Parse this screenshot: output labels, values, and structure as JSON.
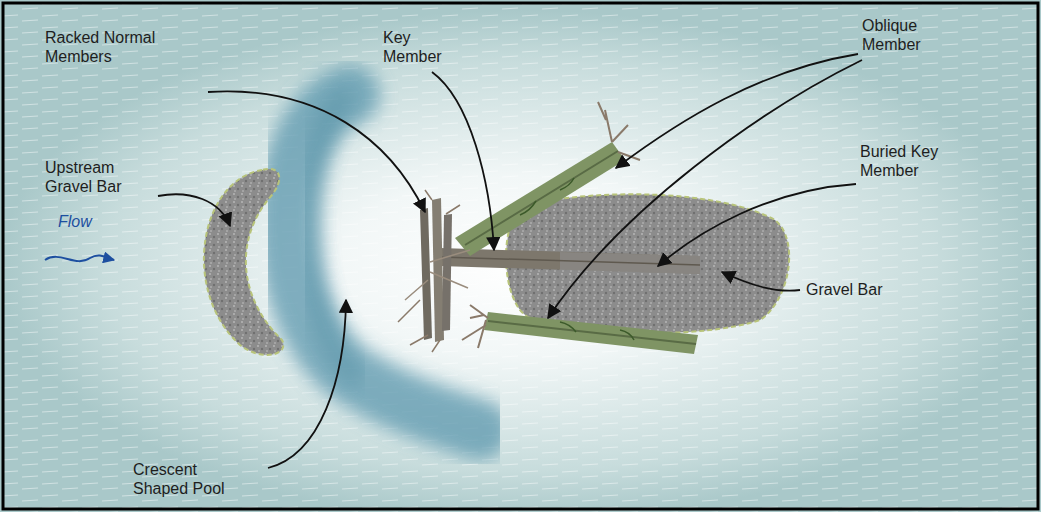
{
  "diagram": {
    "labels": [
      "Racked Normal Members",
      "Key Member",
      "Oblique Member",
      "Upstream Gravel Bar",
      "Flow",
      "Buried Key Member",
      "Gravel Bar",
      "Crescent Shaped Pool"
    ]
  }
}
